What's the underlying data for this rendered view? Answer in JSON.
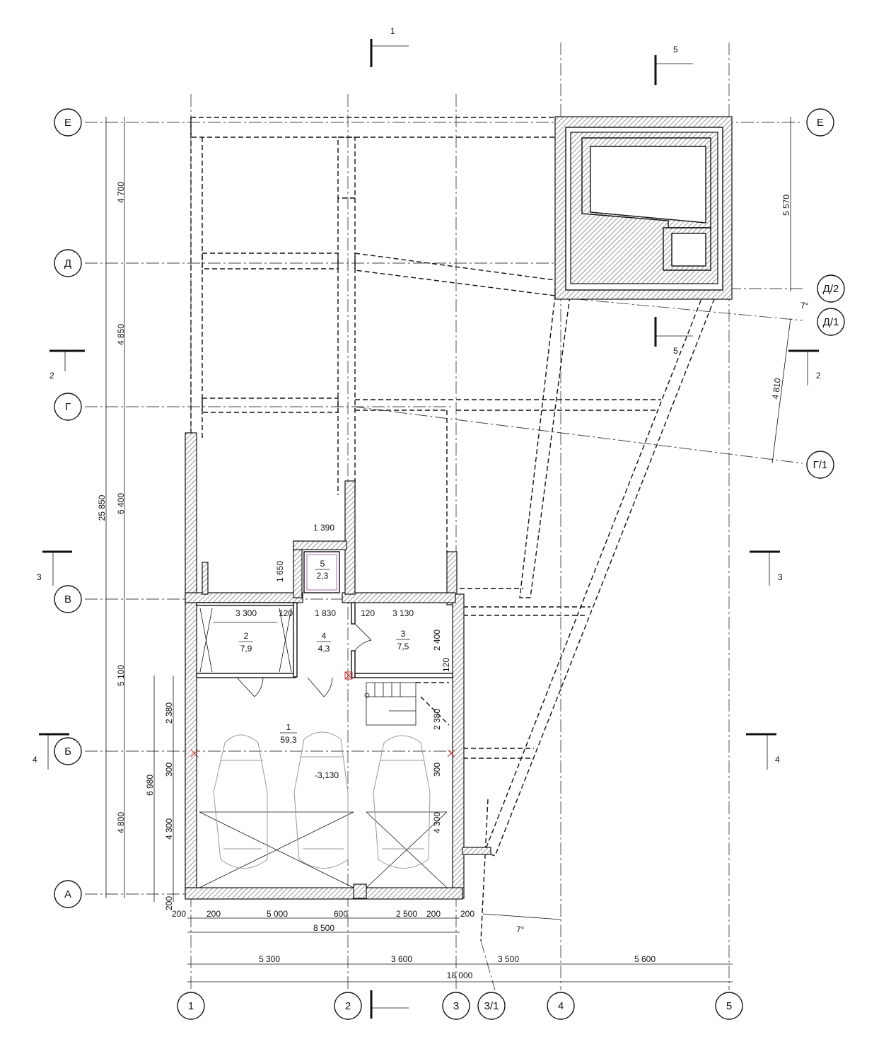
{
  "axes": {
    "rows": [
      "Е",
      "Д",
      "Г",
      "В",
      "Б",
      "А"
    ],
    "rows_right": [
      "Е",
      "Д/2",
      "Д/1",
      "Г/1"
    ],
    "columns": [
      "1",
      "2",
      "3",
      "3/1",
      "4",
      "5"
    ]
  },
  "dimensions": {
    "left_rows": [
      "4 700",
      "4 850",
      "6 400",
      "5 100",
      "4 800"
    ],
    "left_total": "25 850",
    "left_inner": [
      "2 380",
      "300",
      "4 300",
      "200"
    ],
    "left_inner_total": "6 980",
    "right": [
      "5 570",
      "4 810"
    ],
    "angle": "7°",
    "bottom_columns": [
      "5 300",
      "3 600",
      "3 500",
      "5 600"
    ],
    "bottom_total": "18 000",
    "bottom_garage": [
      "200",
      "200",
      "5 000",
      "600",
      "2 500",
      "200",
      "200"
    ],
    "bottom_garage_total": "8 500",
    "interior": {
      "w1390": "1 390",
      "h1650": "1 650",
      "w3300": "3 300",
      "w120a": "120",
      "w1830": "1 830",
      "w120b": "120",
      "w3130": "3 130",
      "h2400": "2 400",
      "h120": "120",
      "h2380": "2 380",
      "h300": "300",
      "h4300": "4 300"
    }
  },
  "rooms": [
    {
      "number": "1",
      "area": "59,3"
    },
    {
      "number": "2",
      "area": "7,9"
    },
    {
      "number": "3",
      "area": "7,5"
    },
    {
      "number": "4",
      "area": "4,3"
    },
    {
      "number": "5",
      "area": "2,3"
    }
  ],
  "level": "-3,130",
  "sections": [
    "1",
    "2",
    "3",
    "4",
    "5"
  ]
}
